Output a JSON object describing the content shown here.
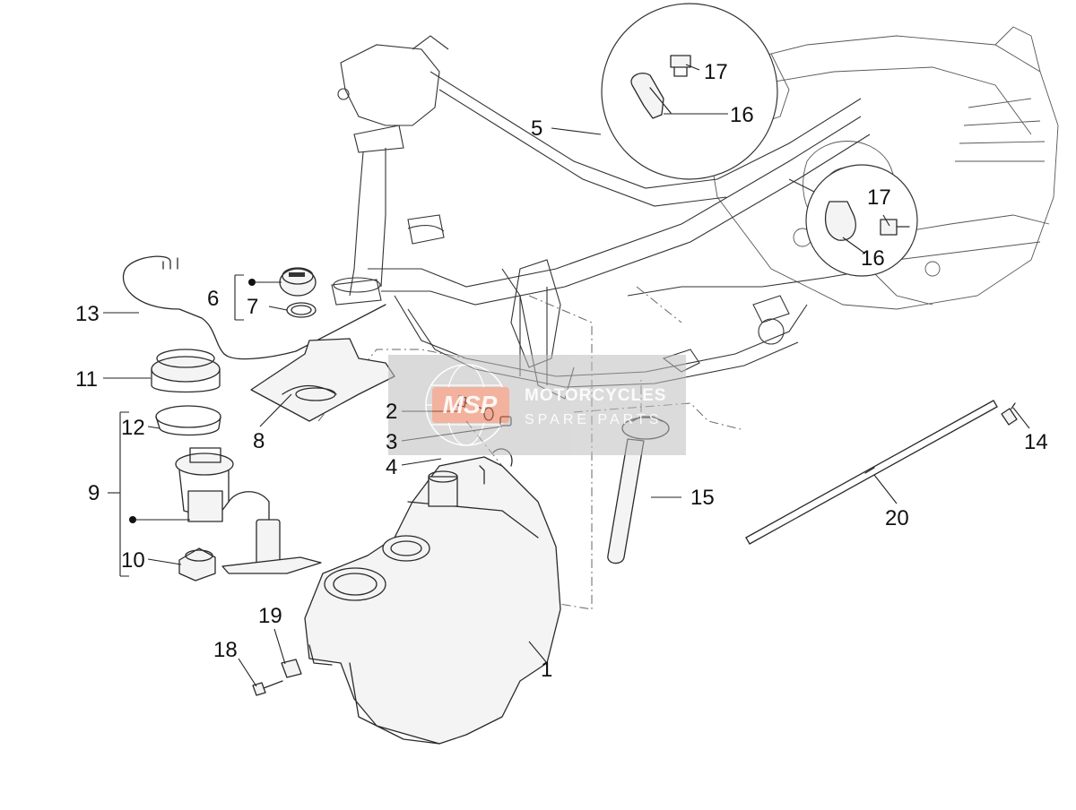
{
  "diagram": {
    "callouts": [
      {
        "id": "1",
        "label": "1"
      },
      {
        "id": "2",
        "label": "2"
      },
      {
        "id": "3",
        "label": "3"
      },
      {
        "id": "4",
        "label": "4"
      },
      {
        "id": "5",
        "label": "5"
      },
      {
        "id": "6",
        "label": "6"
      },
      {
        "id": "7",
        "label": "7"
      },
      {
        "id": "8",
        "label": "8"
      },
      {
        "id": "9",
        "label": "9"
      },
      {
        "id": "10",
        "label": "10"
      },
      {
        "id": "11",
        "label": "11"
      },
      {
        "id": "12",
        "label": "12"
      },
      {
        "id": "13",
        "label": "13"
      },
      {
        "id": "14",
        "label": "14"
      },
      {
        "id": "15",
        "label": "15"
      },
      {
        "id": "16a",
        "label": "16"
      },
      {
        "id": "16b",
        "label": "16"
      },
      {
        "id": "17a",
        "label": "17"
      },
      {
        "id": "17b",
        "label": "17"
      },
      {
        "id": "18",
        "label": "18"
      },
      {
        "id": "19",
        "label": "19"
      },
      {
        "id": "20",
        "label": "20"
      }
    ]
  },
  "watermark": {
    "logo": "MSP",
    "line1": "MOTORCYCLES",
    "line2": "SPARE PARTS",
    "color": "#e8744f"
  }
}
